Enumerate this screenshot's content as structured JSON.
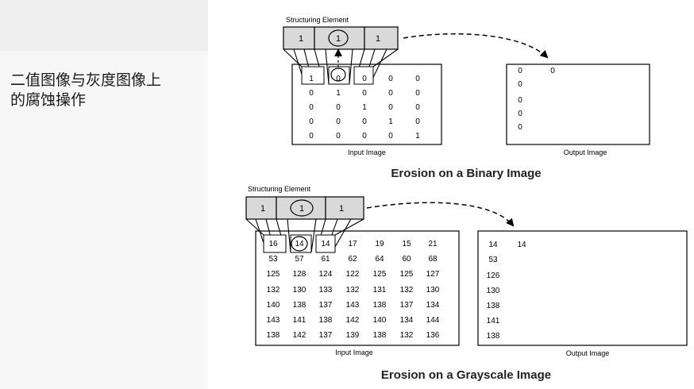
{
  "slide": {
    "caption_line1": "二值图像与灰度图像上",
    "caption_line2": "的腐蚀操作"
  },
  "binary": {
    "structuring_label": "Structuring Element",
    "se_values": [
      "1",
      "1",
      "1"
    ],
    "input_matrix": [
      [
        "1",
        "0",
        "0",
        "0",
        "0"
      ],
      [
        "0",
        "1",
        "0",
        "0",
        "0"
      ],
      [
        "0",
        "0",
        "1",
        "0",
        "0"
      ],
      [
        "0",
        "0",
        "0",
        "1",
        "0"
      ],
      [
        "0",
        "0",
        "0",
        "0",
        "1"
      ]
    ],
    "output_first_row": [
      "0",
      "0"
    ],
    "output_first_col_rest": [
      "0",
      "0",
      "0",
      "0"
    ],
    "input_label": "Input Image",
    "output_label": "Output Image",
    "title": "Erosion on a Binary Image"
  },
  "grayscale": {
    "structuring_label": "Structuring Element",
    "se_values": [
      "1",
      "1",
      "1"
    ],
    "input_matrix": [
      [
        "16",
        "14",
        "14",
        "17",
        "19",
        "15",
        "21"
      ],
      [
        "53",
        "57",
        "61",
        "62",
        "64",
        "60",
        "68"
      ],
      [
        "125",
        "128",
        "124",
        "122",
        "125",
        "125",
        "127"
      ],
      [
        "132",
        "130",
        "133",
        "132",
        "131",
        "132",
        "130"
      ],
      [
        "140",
        "138",
        "137",
        "143",
        "138",
        "137",
        "134"
      ],
      [
        "143",
        "141",
        "138",
        "142",
        "140",
        "134",
        "144"
      ],
      [
        "138",
        "142",
        "137",
        "139",
        "138",
        "132",
        "136"
      ]
    ],
    "output_first_row": [
      "14",
      "14"
    ],
    "output_first_col_rest": [
      "53",
      "126",
      "130",
      "138",
      "141",
      "138"
    ],
    "input_label": "Input Image",
    "output_label": "Output Image",
    "title": "Erosion on a Grayscale Image"
  },
  "colors": {
    "stroke": "#000000",
    "se_fill": "#d9d9d9",
    "panel": "#f7f7f7"
  }
}
